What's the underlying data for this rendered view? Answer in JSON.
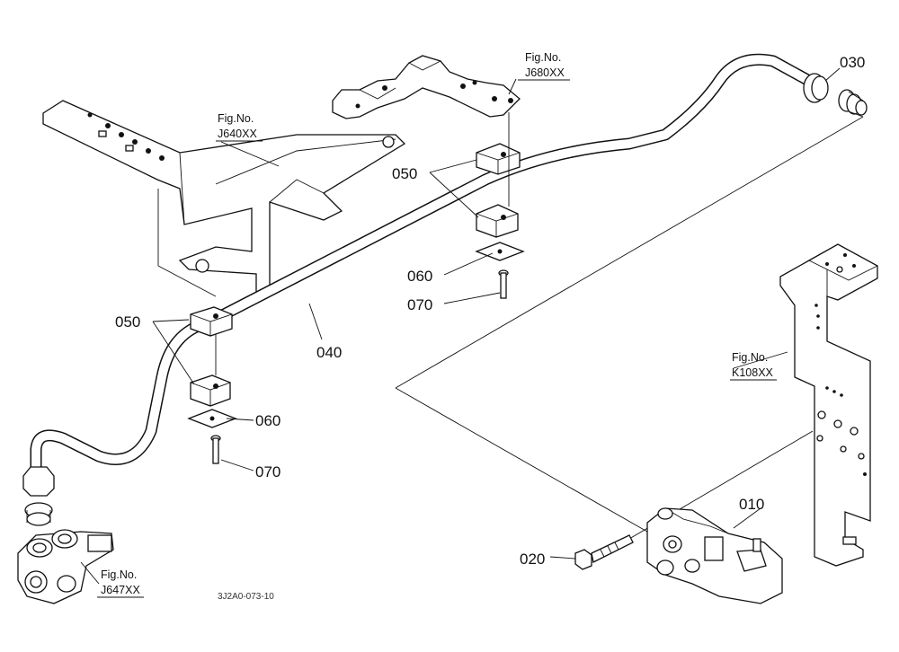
{
  "diagram": {
    "part_labels": {
      "p010": "010",
      "p020": "020",
      "p030": "030",
      "p040": "040",
      "p050_upper": "050",
      "p050_lower": "050",
      "p060_upper": "060",
      "p060_lower": "060",
      "p070_upper": "070",
      "p070_lower": "070"
    },
    "figure_refs": {
      "j640": {
        "line1": "Fig.No.",
        "line2": "J640XX"
      },
      "j680": {
        "line1": "Fig.No.",
        "line2": "J680XX"
      },
      "k108": {
        "line1": "Fig.No.",
        "line2": "K108XX"
      },
      "j647": {
        "line1": "Fig.No.",
        "line2": "J647XX"
      }
    },
    "drawing_code": "3J2A0-073-10"
  }
}
